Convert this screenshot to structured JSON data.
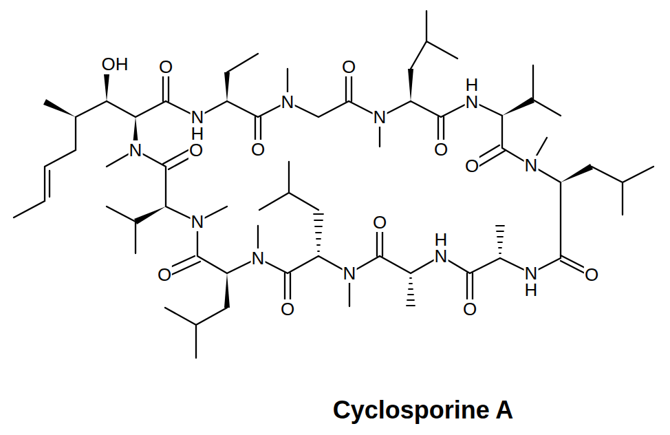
{
  "diagram": {
    "caption": "Cyclosporine A",
    "labels": [
      "OH",
      "O",
      "O",
      "H",
      "N",
      "N",
      "N",
      "N",
      "H",
      "N",
      "O",
      "O",
      "O",
      "O",
      "N",
      "N",
      "O",
      "H",
      "N",
      "N",
      "O",
      "N",
      "N",
      "O",
      "H",
      "O",
      "O"
    ]
  }
}
